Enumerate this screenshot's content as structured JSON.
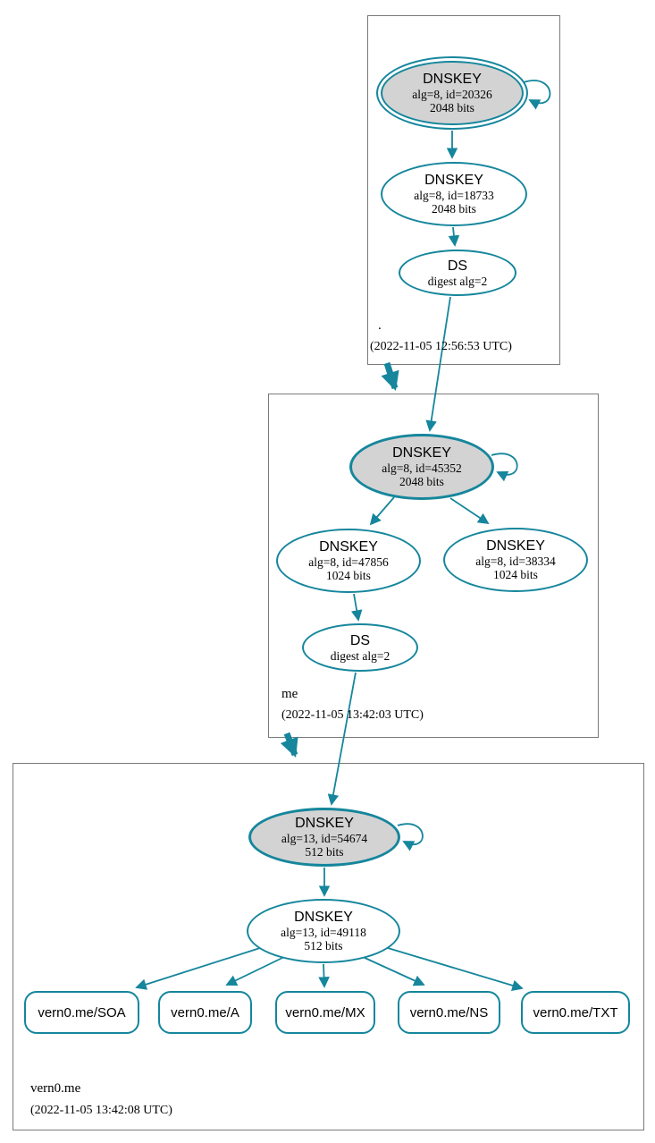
{
  "colors": {
    "secure": "#15869c",
    "ksk_fill": "#d3d3d3",
    "node_fill": "#ffffff",
    "zone_border": "#7a7a7a",
    "text": "#000000",
    "background": "#ffffff"
  },
  "zones": {
    "root": {
      "label": ".",
      "timestamp": "(2022-11-05 12:56:53 UTC)",
      "ksk": {
        "title": "DNSKEY",
        "line1": "alg=8, id=20326",
        "line2": "2048 bits"
      },
      "zsk": {
        "title": "DNSKEY",
        "line1": "alg=8, id=18733",
        "line2": "2048 bits"
      },
      "ds": {
        "title": "DS",
        "line1": "digest alg=2"
      }
    },
    "me": {
      "label": "me",
      "timestamp": "(2022-11-05 13:42:03 UTC)",
      "ksk": {
        "title": "DNSKEY",
        "line1": "alg=8, id=45352",
        "line2": "2048 bits"
      },
      "zsk1": {
        "title": "DNSKEY",
        "line1": "alg=8, id=47856",
        "line2": "1024 bits"
      },
      "zsk2": {
        "title": "DNSKEY",
        "line1": "alg=8, id=38334",
        "line2": "1024 bits"
      },
      "ds": {
        "title": "DS",
        "line1": "digest alg=2"
      }
    },
    "vern0me": {
      "label": "vern0.me",
      "timestamp": "(2022-11-05 13:42:08 UTC)",
      "ksk": {
        "title": "DNSKEY",
        "line1": "alg=13, id=54674",
        "line2": "512 bits"
      },
      "zsk": {
        "title": "DNSKEY",
        "line1": "alg=13, id=49118",
        "line2": "512 bits"
      },
      "rrsets": [
        {
          "label": "vern0.me/SOA"
        },
        {
          "label": "vern0.me/A"
        },
        {
          "label": "vern0.me/MX"
        },
        {
          "label": "vern0.me/NS"
        },
        {
          "label": "vern0.me/TXT"
        }
      ]
    }
  }
}
